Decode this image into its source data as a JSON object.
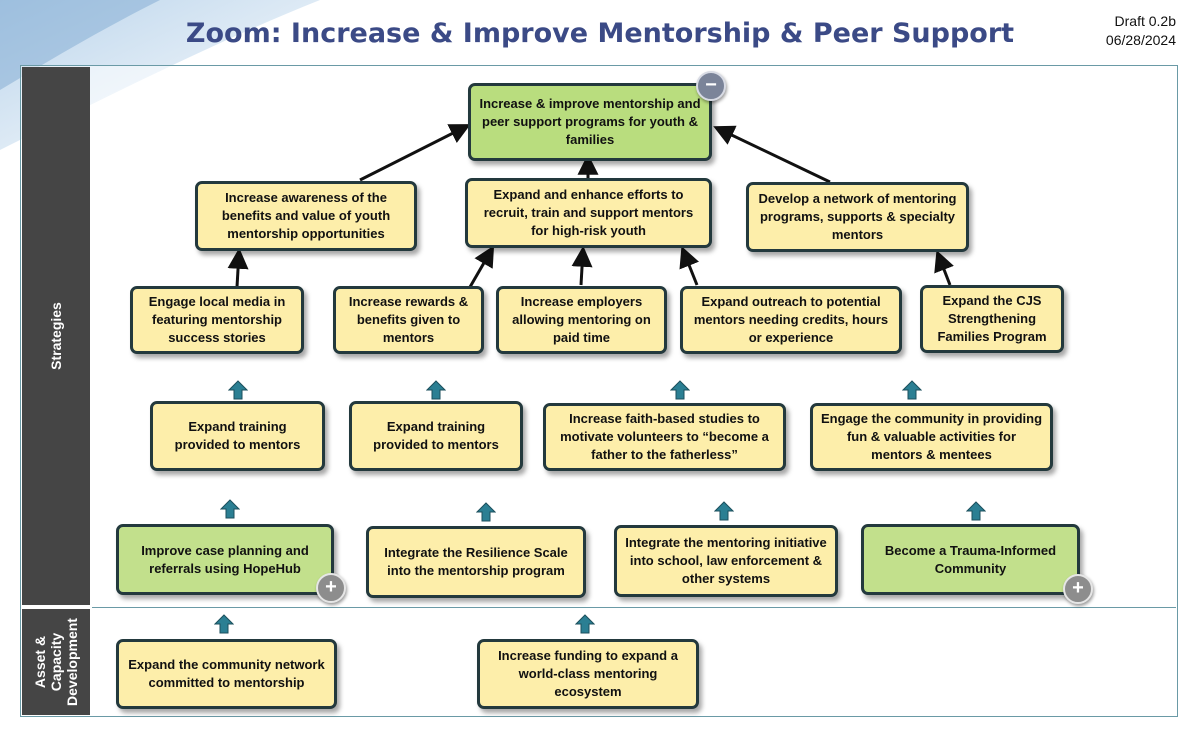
{
  "header": {
    "title": "Zoom: Increase & Improve Mentorship & Peer Support",
    "draft": "Draft 0.2b",
    "date": "06/28/2024"
  },
  "sidebar": {
    "strategies": "Strategies",
    "asset_line1": "Asset &",
    "asset_line2": "Capacity",
    "asset_line3": "Development"
  },
  "goal": {
    "label": "Increase & improve mentorship and peer support programs  for youth & families",
    "badge": "−"
  },
  "tier1": {
    "awareness": "Increase awareness of the benefits and value of youth mentorship opportunities",
    "recruit": "Expand and enhance efforts to recruit, train and support mentors for high-risk youth",
    "network": "Develop a network of mentoring programs, supports & specialty mentors"
  },
  "tier2": {
    "media": "Engage local media in featuring mentorship success stories",
    "rewards": "Increase rewards & benefits given to mentors",
    "employers": "Increase employers allowing mentoring on paid time",
    "outreach": "Expand outreach to potential mentors needing credits, hours or experience",
    "cjs": "Expand the CJS Strengthening Families Program"
  },
  "tier3": {
    "training1": "Expand training provided to mentors",
    "training2": "Expand training provided to mentors",
    "faith": "Increase faith-based studies to motivate volunteers to “become a father to the fatherless”",
    "community": "Engage the community in providing fun & valuable activities for mentors & mentees"
  },
  "tier4": {
    "hopehub": "Improve case planning and referrals using HopeHub",
    "resilience": "Integrate the Resilience Scale into the mentorship program",
    "integrate": "Integrate the mentoring initiative into school, law enforcement & other systems",
    "trauma": "Become a Trauma-Informed Community",
    "plus": "+"
  },
  "assets": {
    "network": "Expand the community network committed to mentorship",
    "funding": "Increase funding to expand a world-class mentoring ecosystem"
  },
  "colors": {
    "node_yellow": "#fdeeaa",
    "node_green": "#c2e08c",
    "node_border": "#23393d",
    "arrow_teal": "#2b7f93",
    "title_blue": "#3b4a86",
    "sidebar_gray": "#454545"
  }
}
